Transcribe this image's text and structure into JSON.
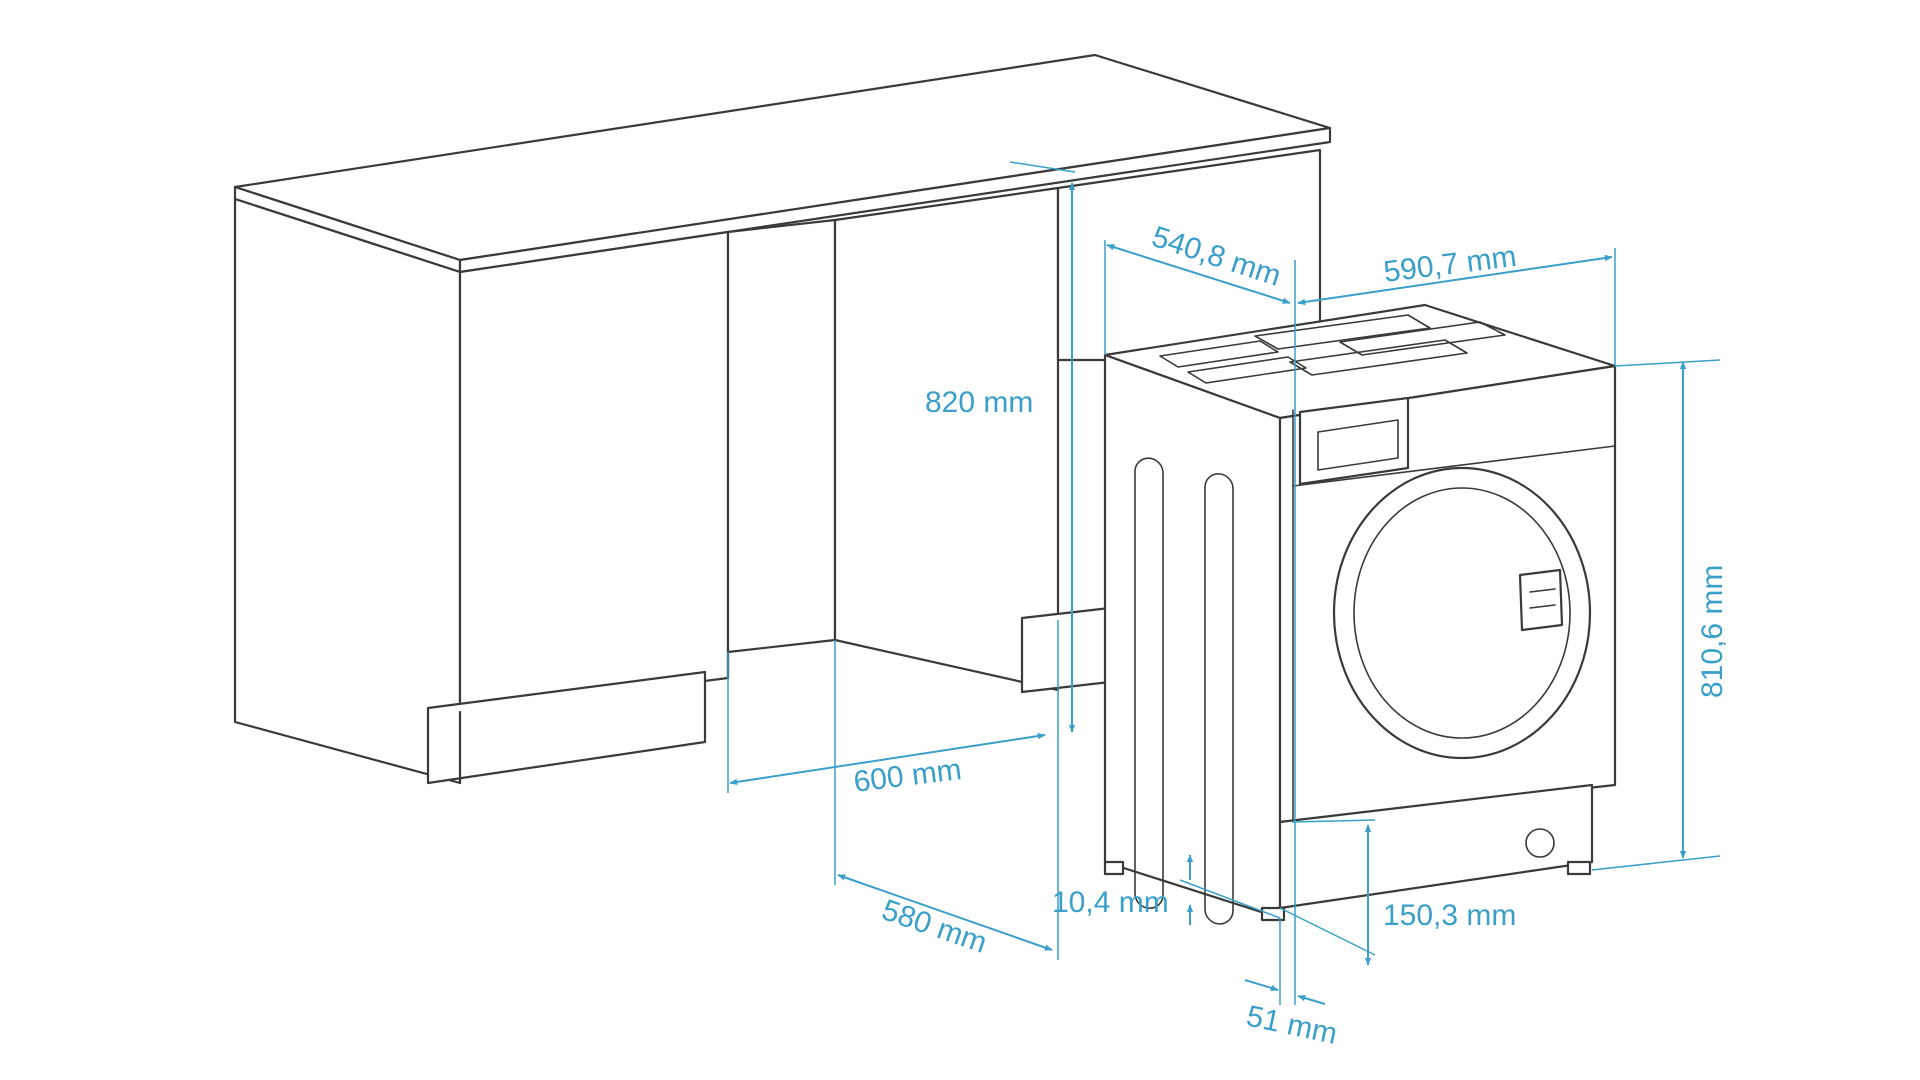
{
  "colors": {
    "accent": "#3a9fc9",
    "outline": "#3a3a3a",
    "background": "#ffffff"
  },
  "dimensions": {
    "cabinet_height": "820 mm",
    "niche_width": "600 mm",
    "niche_depth": "580 mm",
    "machine_depth": "540,8 mm",
    "machine_width": "590,7 mm",
    "machine_height": "810,6 mm",
    "foot_height": "10,4 mm",
    "kick_height": "150,3 mm",
    "door_offset": "51 mm"
  }
}
